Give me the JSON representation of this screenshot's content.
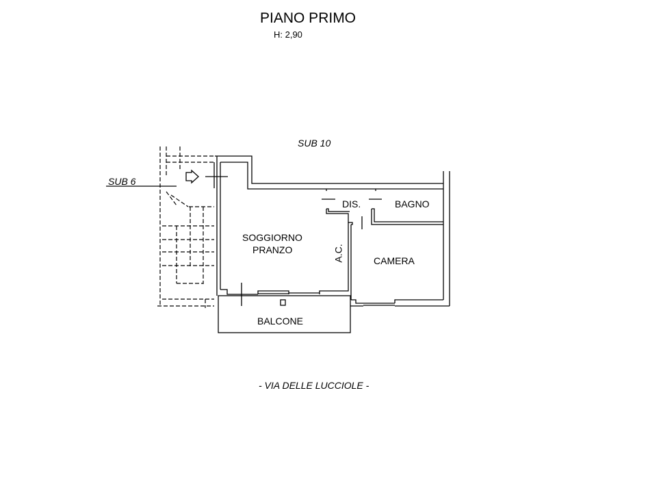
{
  "title": "PIANO PRIMO",
  "height_label": "H: 2,90",
  "neighbors": {
    "top": "SUB 10",
    "left": "SUB 6"
  },
  "rooms": {
    "living_line1": "SOGGIORNO",
    "living_line2": "PRANZO",
    "closet": "A.C.",
    "hall": "DIS.",
    "bathroom": "BAGNO",
    "bedroom": "CAMERA",
    "balcony": "BALCONE"
  },
  "street": "- VIA DELLE LUCCIOLE -"
}
